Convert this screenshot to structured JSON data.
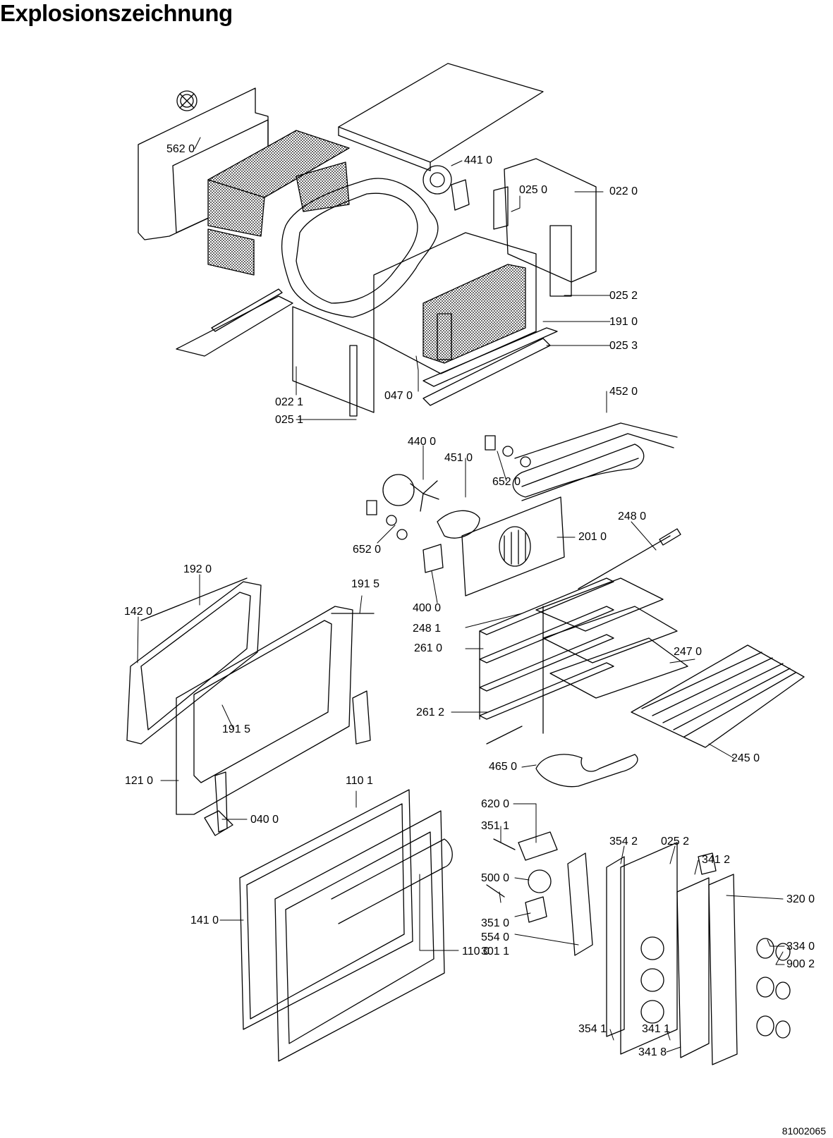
{
  "title": "Explosionszeichnung",
  "document_number": "81002065",
  "labels": [
    "562 0",
    "441 0",
    "025 0",
    "022 0",
    "025 2",
    "191 0",
    "025 3",
    "047 0",
    "022 1",
    "025 1",
    "452 0",
    "440 0",
    "451 0",
    "652 0",
    "652 0",
    "248 0",
    "201 0",
    "400 0",
    "248 1",
    "192 0",
    "191 5",
    "142 0",
    "261 0",
    "247 0",
    "261 2",
    "191 5",
    "245 0",
    "465 0",
    "121 0",
    "110 1",
    "040 0",
    "620 0",
    "351 1",
    "354 2",
    "025 2",
    "341 2",
    "500 0",
    "320 0",
    "141 0",
    "351 0",
    "554 0",
    "301 1",
    "334 0",
    "900 2",
    "110 0",
    "354 1",
    "341 1",
    "341 8"
  ]
}
